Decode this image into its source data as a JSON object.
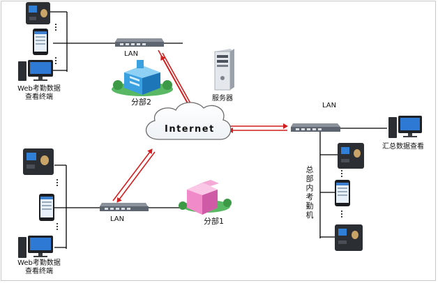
{
  "top_branch": {
    "lan_label": "LAN",
    "branch_label": "分部2",
    "terminal_label": [
      "Web考勤数据",
      "查看终端"
    ]
  },
  "bottom_branch": {
    "lan_label": "LAN",
    "branch_label": "分部1",
    "terminal_label": [
      "Web考勤数据",
      "查看终端"
    ]
  },
  "server_label": "服务器",
  "internet_label": "Internet",
  "headquarters": {
    "lan_label": "LAN",
    "summary_label": "汇总数据查看",
    "attendance_label": "总部内考勤机"
  },
  "colors": {
    "arrow": "#d21e1e",
    "line": "#000000",
    "building_blue": "#3aa0e0",
    "building_pink": "#f08ac8",
    "switch": "#5d6570"
  }
}
